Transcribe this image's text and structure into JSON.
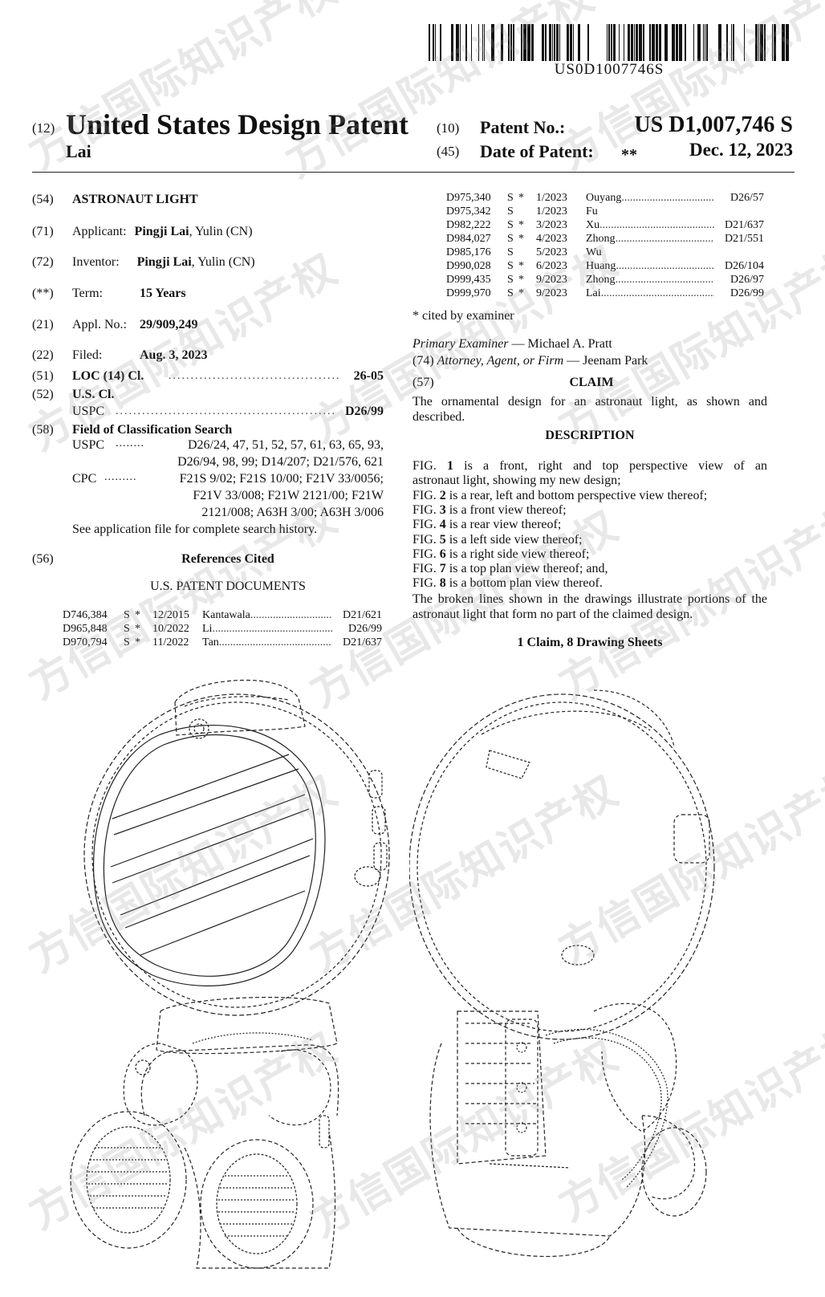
{
  "barcode_text": "US0D1007746S",
  "header": {
    "code_12": "(12)",
    "title": "United States Design Patent",
    "inventor_name": "Lai",
    "code_10": "(10)",
    "patent_no_label": "Patent No.:",
    "patent_no": "US D1,007,746 S",
    "code_45": "(45)",
    "date_label": "Date of Patent:",
    "date_marker": "**",
    "date": "Dec. 12, 2023"
  },
  "left": {
    "f54": {
      "code": "(54)",
      "value": "ASTRONAUT LIGHT"
    },
    "f71": {
      "code": "(71)",
      "label": "Applicant:",
      "name": "Pingji Lai",
      "rest": ", Yulin (CN)"
    },
    "f72": {
      "code": "(72)",
      "label": "Inventor:",
      "name": "Pingji Lai",
      "rest": ", Yulin (CN)"
    },
    "fterm": {
      "code": "(**)",
      "label": "Term:",
      "value": "15 Years"
    },
    "f21": {
      "code": "(21)",
      "label": "Appl. No.:",
      "value": "29/909,249"
    },
    "f22": {
      "code": "(22)",
      "label": "Filed:",
      "value": "Aug. 3, 2023"
    },
    "f51": {
      "code": "(51)",
      "label": "LOC (14) Cl.",
      "value": "26-05"
    },
    "f52": {
      "code": "(52)",
      "label": "U.S. Cl.",
      "sub": "USPC",
      "value": "D26/99"
    },
    "f58": {
      "code": "(58)",
      "label": "Field of Classification Search",
      "uspc_label": "USPC",
      "uspc_dots": "........",
      "uspc_lines": [
        "D26/24, 47, 51, 52, 57, 61, 63, 65, 93,",
        "D26/94, 98, 99; D14/207; D21/576, 621"
      ],
      "cpc_label": "CPC",
      "cpc_dots": ".........",
      "cpc_lines": [
        "F21S 9/02; F21S 10/00; F21V 33/0056;",
        "F21V 33/008; F21W 2121/00; F21W",
        "2121/008; A63H 3/00; A63H 3/006"
      ],
      "note": "See application file for complete search history."
    },
    "f56": {
      "code": "(56)",
      "label": "References Cited",
      "sub": "U.S. PATENT DOCUMENTS"
    },
    "refs": [
      {
        "num": "D746,384",
        "kind": "S",
        "star": "*",
        "date": "12/2015",
        "name": "Kantawala",
        "cls": "D21/621"
      },
      {
        "num": "D965,848",
        "kind": "S",
        "star": "*",
        "date": "10/2022",
        "name": "Li",
        "cls": "D26/99"
      },
      {
        "num": "D970,794",
        "kind": "S",
        "star": "*",
        "date": "11/2022",
        "name": "Tan",
        "cls": "D21/637"
      }
    ]
  },
  "right": {
    "refs": [
      {
        "num": "D975,340",
        "kind": "S",
        "star": "*",
        "date": "1/2023",
        "name": "Ouyang",
        "cls": "D26/57"
      },
      {
        "num": "D975,342",
        "kind": "S",
        "star": "",
        "date": "1/2023",
        "name": "Fu",
        "cls": ""
      },
      {
        "num": "D982,222",
        "kind": "S",
        "star": "*",
        "date": "3/2023",
        "name": "Xu",
        "cls": "D21/637"
      },
      {
        "num": "D984,027",
        "kind": "S",
        "star": "*",
        "date": "4/2023",
        "name": "Zhong",
        "cls": "D21/551"
      },
      {
        "num": "D985,176",
        "kind": "S",
        "star": "",
        "date": "5/2023",
        "name": "Wu",
        "cls": ""
      },
      {
        "num": "D990,028",
        "kind": "S",
        "star": "*",
        "date": "6/2023",
        "name": "Huang",
        "cls": "D26/104"
      },
      {
        "num": "D999,435",
        "kind": "S",
        "star": "*",
        "date": "9/2023",
        "name": "Zhong",
        "cls": "D26/97"
      },
      {
        "num": "D999,970",
        "kind": "S",
        "star": "*",
        "date": "9/2023",
        "name": "Lai",
        "cls": "D26/99"
      }
    ],
    "cited_note": "* cited by examiner",
    "examiner_label": "Primary Examiner",
    "examiner": "— Michael A. Pratt",
    "code_74": "(74)",
    "attorney_label": "Attorney, Agent, or Firm",
    "attorney": "— Jeenam Park",
    "code_57": "(57)",
    "claim_heading": "CLAIM",
    "claim_text": "The ornamental design for an astronaut light, as shown and described.",
    "description_heading": "DESCRIPTION",
    "figs": [
      {
        "pre": "FIG. ",
        "n": "1",
        "text": " is a front, right and top perspective view of an"
      },
      {
        "pre": "",
        "n": "",
        "text": "astronaut light, showing my new design;"
      },
      {
        "pre": "FIG. ",
        "n": "2",
        "text": " is a rear, left and bottom perspective view thereof;"
      },
      {
        "pre": "FIG. ",
        "n": "3",
        "text": " is a front view thereof;"
      },
      {
        "pre": "FIG. ",
        "n": "4",
        "text": " is a rear view thereof;"
      },
      {
        "pre": "FIG. ",
        "n": "5",
        "text": " is a left side view thereof;"
      },
      {
        "pre": "FIG. ",
        "n": "6",
        "text": " is a right side view thereof;"
      },
      {
        "pre": "FIG. ",
        "n": "7",
        "text": " is a top plan view thereof; and,"
      },
      {
        "pre": "FIG. ",
        "n": "8",
        "text": " is a bottom plan view thereof."
      }
    ],
    "broken_lines_note": "The broken lines shown in the drawings illustrate portions of the astronaut light that form no part of the claimed design.",
    "claims_count": "1 Claim, 8 Drawing Sheets"
  },
  "watermark_text": "方信国际知识产权"
}
